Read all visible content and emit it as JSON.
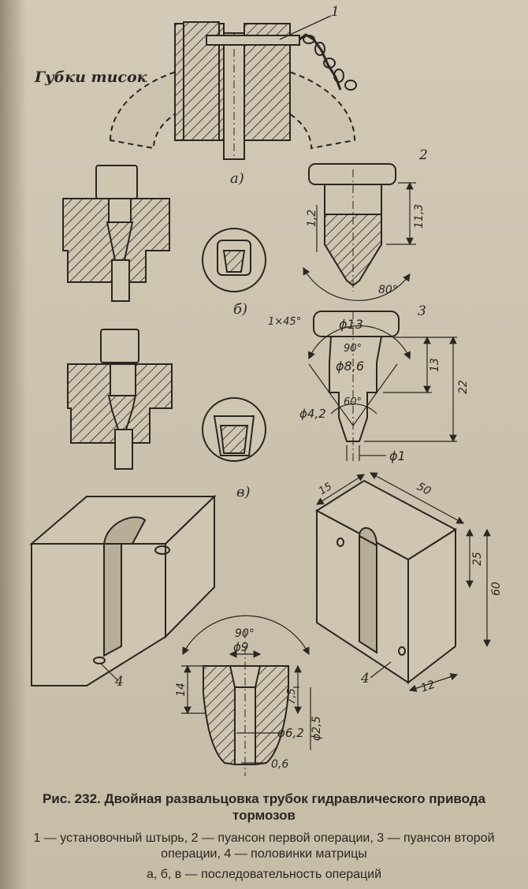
{
  "figure": {
    "labels": {
      "vise_jaws": "Губки тисок",
      "item_1": "1",
      "item_2": "2",
      "item_3": "3",
      "item_4_left": "4",
      "item_4_right": "4",
      "view_a": "а)",
      "view_b": "б)",
      "view_v": "в)"
    },
    "dims_punch_1": {
      "d_12": "1,2",
      "d_113": "11,3",
      "angle": "80°"
    },
    "dims_punch_2": {
      "chamfer": "1×45°",
      "dia_13": "ϕ13",
      "angle_90": "90°",
      "dia_86": "ϕ8,6",
      "len_13": "13",
      "len_22": "22",
      "angle_60": "60°",
      "dia_42": "ϕ4,2",
      "dia_1": "ϕ1"
    },
    "dims_block": {
      "d_15": "15",
      "d_50": "50",
      "d_25": "25",
      "d_60": "60",
      "d_12": "12"
    },
    "dims_die": {
      "angle": "90°",
      "dia_9": "ϕ9",
      "d_14": "14",
      "d_75": "7,5",
      "dia_25": "ϕ2,5",
      "dia_62": "ϕ6,2",
      "d_06": "0,6"
    }
  },
  "caption": {
    "title": "Рис. 232. Двойная развальцовка трубок гидравлического привода тормозов",
    "legend": "1 — установочный штырь, 2 — пуансон первой операции, 3 — пуансон второй операции, 4 — половинки матрицы",
    "sequence": "а, б, в — последовательность операций"
  }
}
